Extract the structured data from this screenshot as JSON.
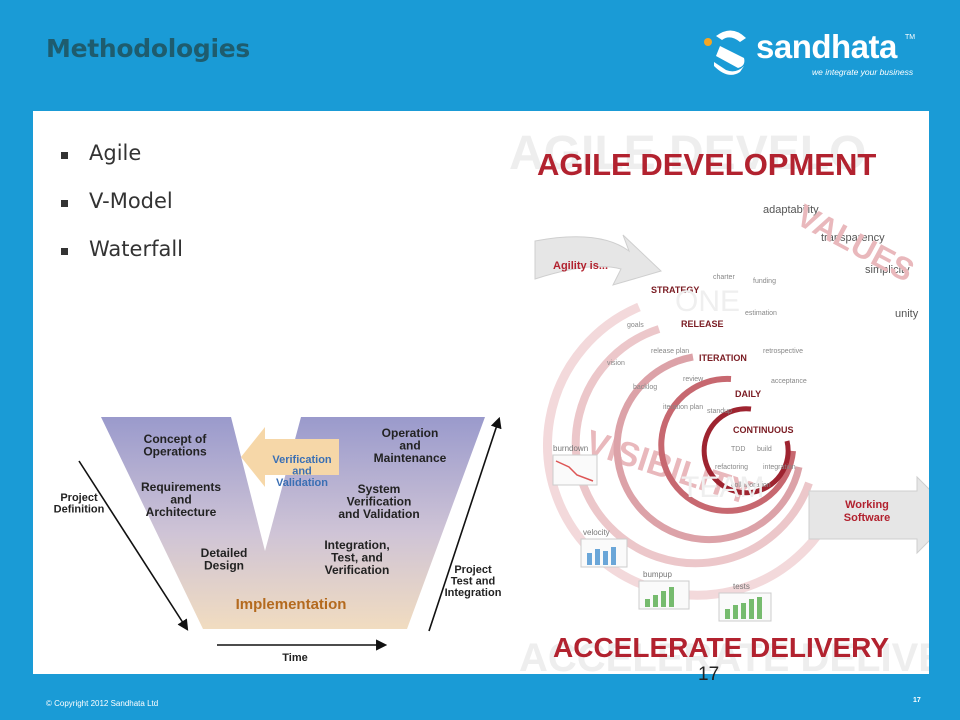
{
  "header": {
    "title": "Methodologies",
    "logo": {
      "name": "sandhata",
      "tm": "TM",
      "tagline": "we integrate your business"
    }
  },
  "bullets": [
    "Agile",
    "V-Model",
    "Waterfall"
  ],
  "vmodel": {
    "left": [
      "Concept of Operations",
      "Requirements and Architecture",
      "Detailed Design"
    ],
    "right": [
      "Operation and Maintenance",
      "System Verification and Validation",
      "Integration, Test, and Verification"
    ],
    "center": "Verification and Validation",
    "bottom": "Implementation",
    "axis_left": "Project Definition",
    "axis_right": "Project Test and Integration",
    "axis_bottom": "Time"
  },
  "agile": {
    "title": "AGILE DEVELOPMENT",
    "watermark": "AGILE DEVELO",
    "footer": "ACCELERATE DELIVERY",
    "entry": "Agility is...",
    "exit": "Working Software",
    "values_word": "VALUES",
    "visibility_word": "VISIBILITY",
    "values": [
      "adaptability",
      "transparency",
      "simplicity",
      "unity"
    ],
    "stages": [
      "STRATEGY",
      "RELEASE",
      "ITERATION",
      "DAILY",
      "CONTINUOUS"
    ],
    "small_labels": [
      "charter",
      "funding",
      "estimation",
      "goals",
      "vision",
      "release plan",
      "retrospective",
      "review",
      "acceptance",
      "backlog",
      "iteration plan",
      "standup",
      "TDD",
      "build",
      "refactoring",
      "integration",
      "collaboration"
    ],
    "ghost_words": [
      "ONE",
      "TEAM"
    ],
    "chart_labels": [
      "burndown",
      "velocity",
      "bumpup",
      "tests"
    ]
  },
  "footer": {
    "copyright": "© Copyright 2012 Sandhata Ltd",
    "page_center": "17",
    "page_corner": "17"
  },
  "colors": {
    "background": "#1a9bd6",
    "title": "#1e5c6e",
    "vmodel_fill": "#a8a8d0",
    "vmodel_center": "#f6d7a8",
    "agile_red": "#b2222f"
  }
}
